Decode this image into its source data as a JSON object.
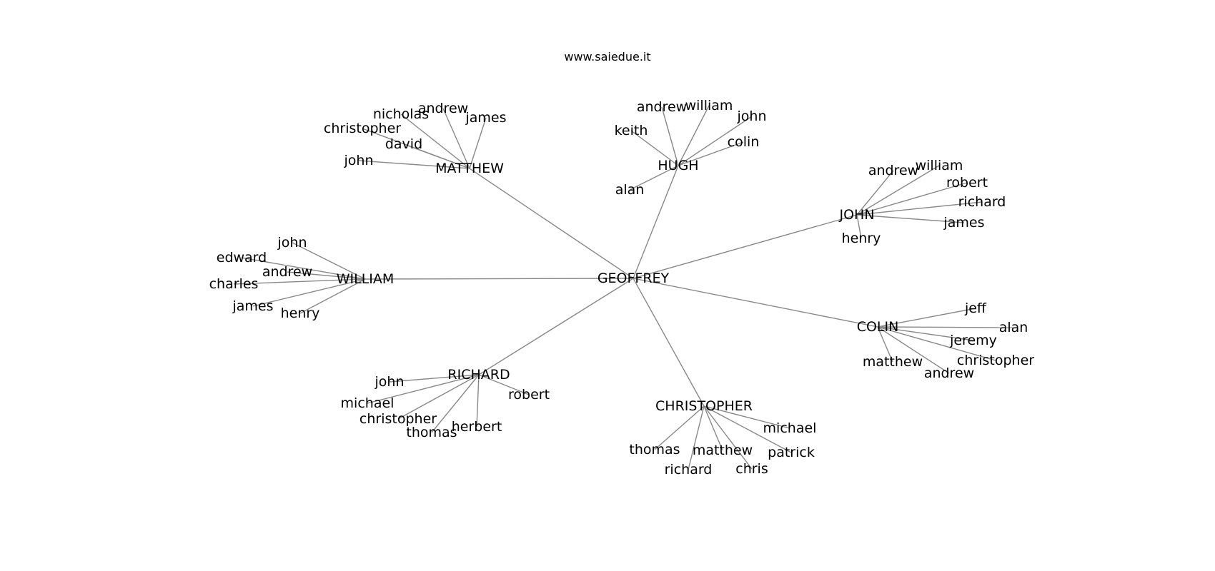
{
  "caption": "www.saiedue.it",
  "tree": {
    "label": "GEOFFREY",
    "children": [
      {
        "label": "MATTHEW",
        "children": [
          "john",
          "christopher",
          "david",
          "nicholas",
          "andrew",
          "james"
        ]
      },
      {
        "label": "HUGH",
        "children": [
          "keith",
          "andrew",
          "william",
          "john",
          "colin",
          "alan"
        ]
      },
      {
        "label": "JOHN",
        "children": [
          "andrew",
          "william",
          "robert",
          "richard",
          "james",
          "henry"
        ]
      },
      {
        "label": "WILLIAM",
        "children": [
          "john",
          "edward",
          "andrew",
          "charles",
          "james",
          "henry"
        ]
      },
      {
        "label": "COLIN",
        "children": [
          "jeff",
          "alan",
          "jeremy",
          "christopher",
          "andrew",
          "matthew"
        ]
      },
      {
        "label": "RICHARD",
        "children": [
          "john",
          "michael",
          "christopher",
          "thomas",
          "herbert",
          "robert"
        ]
      },
      {
        "label": "CHRISTOPHER",
        "children": [
          "michael",
          "patrick",
          "chris",
          "matthew",
          "richard",
          "thomas"
        ]
      }
    ]
  }
}
